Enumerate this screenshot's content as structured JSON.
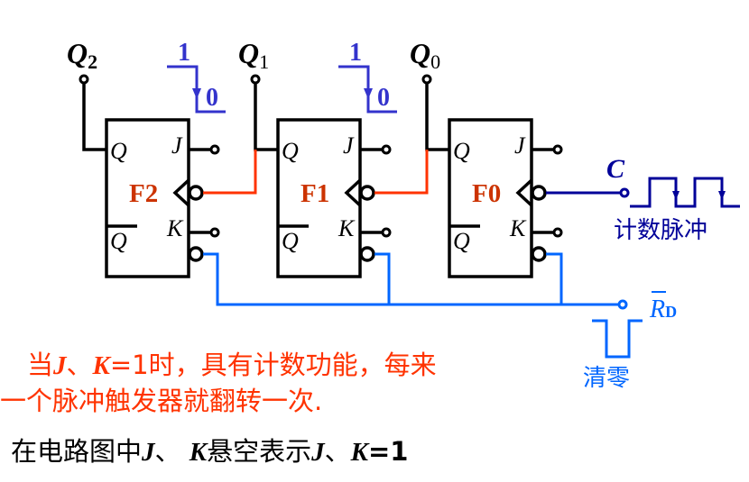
{
  "colors": {
    "wire": "#000000",
    "clock_wire": "#ff3300",
    "reset_wire": "#0066ff",
    "pulse": "#000099",
    "toggle": "#3333cc",
    "label_red": "#cc3300",
    "note_red": "#ff3300"
  },
  "outputs": [
    {
      "name": "Q",
      "sub": "2"
    },
    {
      "name": "Q",
      "sub": "1"
    },
    {
      "name": "Q",
      "sub": "0"
    }
  ],
  "flipflops": [
    {
      "label": "F2",
      "q": "Q",
      "qbar": "Q",
      "j": "J",
      "k": "K"
    },
    {
      "label": "F1",
      "q": "Q",
      "qbar": "Q",
      "j": "J",
      "k": "K"
    },
    {
      "label": "F0",
      "q": "Q",
      "qbar": "Q",
      "j": "J",
      "k": "K"
    }
  ],
  "transition": {
    "from": "1",
    "to": "0"
  },
  "clock": {
    "label": "C",
    "caption": "计数脉冲"
  },
  "reset": {
    "label": "R",
    "sub": "D",
    "caption": "清零"
  },
  "notes": {
    "line1_a": "当",
    "line1_j": "J",
    "line1_b": "、",
    "line1_k": "K",
    "line1_c": "=1时，具有计数功能，每来",
    "line2": "一个脉冲触发器就翻转一次.",
    "line3_a": "在电路图中",
    "line3_j": "J",
    "line3_b": "、 ",
    "line3_k": "K",
    "line3_c": "悬空表示",
    "line3_j2": "J",
    "line3_d": "、",
    "line3_k2": "K",
    "line3_e": "=1"
  }
}
